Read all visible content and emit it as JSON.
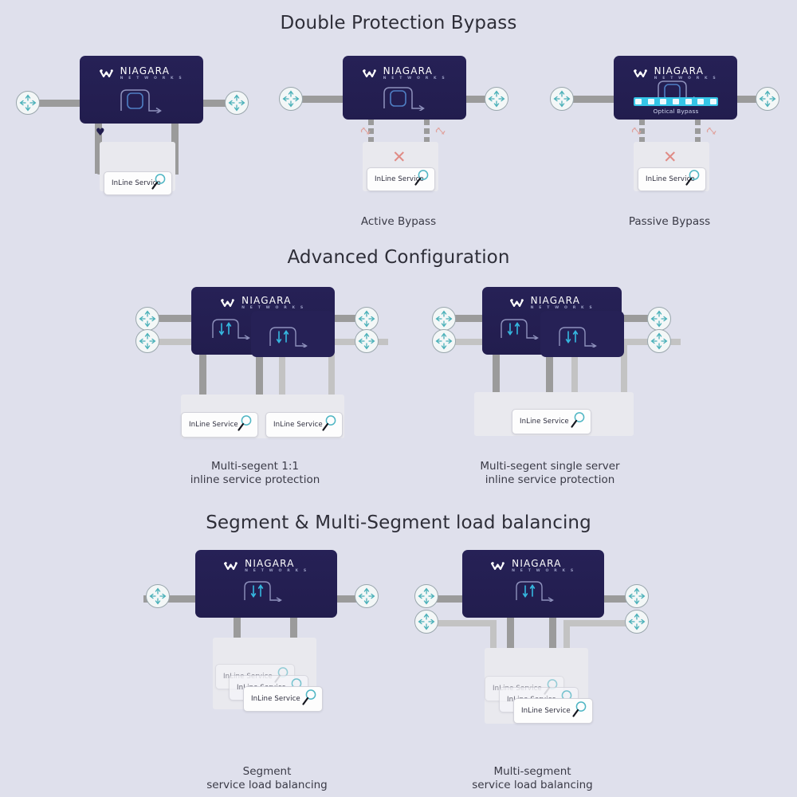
{
  "page": {
    "background": "#dfe0ec",
    "brand_dark": "#231f52",
    "accent_cyan": "#35c6e8",
    "cable_gray": "#9b9b9b",
    "cable_light": "#c3c3c3",
    "x_red": "#e08b85"
  },
  "logo": {
    "name": "NIAGARA",
    "sub": "N E T W O R K S"
  },
  "sections": [
    {
      "id": "double-protection-bypass",
      "title": "Double Protection Bypass",
      "panels": [
        {
          "id": "protected",
          "caption": ""
        },
        {
          "id": "active-bypass",
          "caption": "Active Bypass"
        },
        {
          "id": "passive-bypass",
          "caption": "Passive Bypass"
        }
      ]
    },
    {
      "id": "advanced-configuration",
      "title": "Advanced Configuration",
      "panels": [
        {
          "id": "multi-segment-1to1",
          "caption_line1": "Multi-segent 1:1",
          "caption_line2": "inline service protection"
        },
        {
          "id": "multi-segment-single",
          "caption_line1": "Multi-segent single server",
          "caption_line2": "inline service protection"
        }
      ]
    },
    {
      "id": "segment-load-balancing",
      "title": "Segment & Multi-Segment load balancing",
      "panels": [
        {
          "id": "segment-lb",
          "caption_line1": "Segment",
          "caption_line2": "service load balancing"
        },
        {
          "id": "multi-segment-lb",
          "caption_line1": "Multi-segment",
          "caption_line2": "service load balancing"
        }
      ]
    }
  ],
  "labels": {
    "inline_service": "InLine Service",
    "optical_bypass": "Optical Bypass"
  },
  "icons": {
    "router": "router-icon",
    "magnifier": "magnifier-icon",
    "heart": "♥",
    "x": "✕",
    "flow_single": "flow-bypass-icon",
    "flow_double": "flow-bidirectional-icon",
    "broken_link": "broken-link-icon"
  }
}
